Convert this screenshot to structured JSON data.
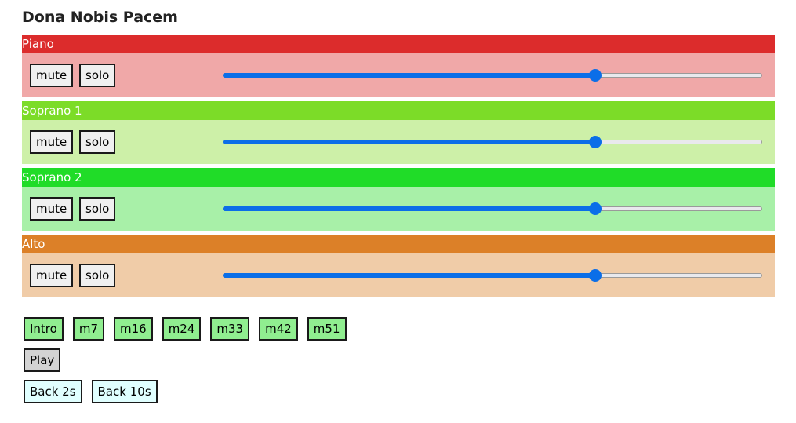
{
  "song": {
    "title": "Dona Nobis Pacem"
  },
  "tracks": [
    {
      "name": "Piano",
      "header_color": "#dc2c2c",
      "body_color": "#f0a8a8",
      "mute_label": "mute",
      "solo_label": "solo",
      "volume": 0.69
    },
    {
      "name": "Soprano 1",
      "header_color": "#7cdc28",
      "body_color": "#cdf0a8",
      "mute_label": "mute",
      "solo_label": "solo",
      "volume": 0.69
    },
    {
      "name": "Soprano 2",
      "header_color": "#20dc28",
      "body_color": "#a8f0a8",
      "mute_label": "mute",
      "solo_label": "solo",
      "volume": 0.69
    },
    {
      "name": "Alto",
      "header_color": "#dc8028",
      "body_color": "#f0cca8",
      "mute_label": "mute",
      "solo_label": "solo",
      "volume": 0.69
    }
  ],
  "markers": [
    "Intro",
    "m7",
    "m16",
    "m24",
    "m33",
    "m42",
    "m51"
  ],
  "playback": {
    "play_label": "Play"
  },
  "seek": {
    "back_2s_label": "Back 2s",
    "back_10s_label": "Back 10s"
  },
  "colors": {
    "slider_accent": "#0b6ee8",
    "marker_bg": "#90ee90",
    "play_bg": "#d3d3d3",
    "seek_bg": "#e0ffff"
  }
}
